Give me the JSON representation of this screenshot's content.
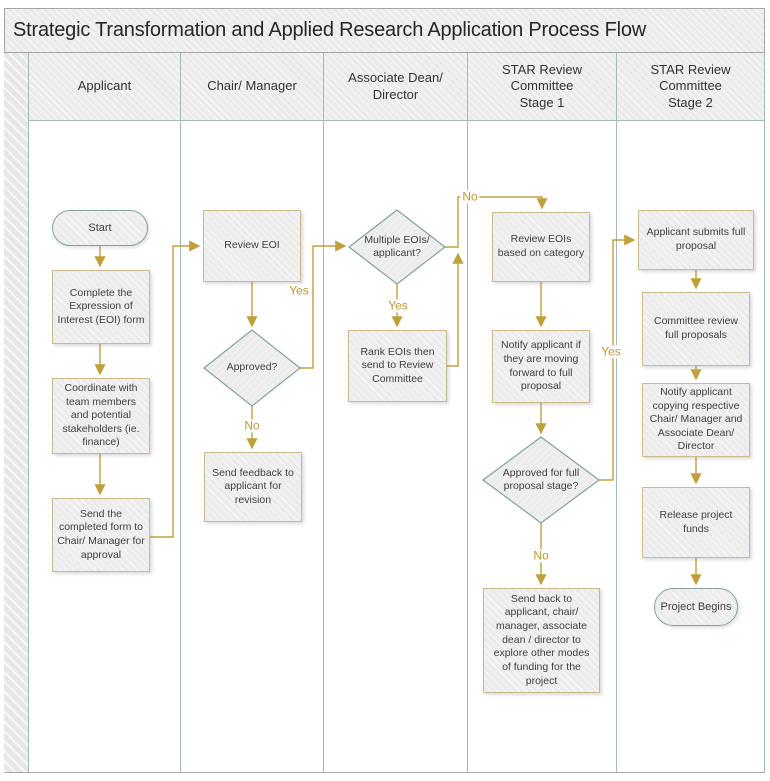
{
  "title": "Strategic Transformation and Applied Research Application Process Flow",
  "lanes": [
    {
      "label": "Applicant"
    },
    {
      "label": "Chair/ Manager"
    },
    {
      "label": "Associate Dean/ Director"
    },
    {
      "label": "STAR Review Committee Stage 1"
    },
    {
      "label": "STAR Review Committee Stage 2"
    }
  ],
  "nodes": {
    "start": {
      "type": "terminator",
      "text": "Start"
    },
    "complete_eoi": {
      "type": "process",
      "text": "Complete the Expression of Interest (EOI) form"
    },
    "coordinate_team": {
      "type": "process",
      "text": "Coordinate with team members and potential stakeholders (ie. finance)"
    },
    "send_completed_form": {
      "type": "process",
      "text": "Send the completed form to Chair/ Manager for approval"
    },
    "review_eoi": {
      "type": "process",
      "text": "Review EOI"
    },
    "approved": {
      "type": "decision",
      "text": "Approved?"
    },
    "send_feedback": {
      "type": "process",
      "text": "Send feedback to applicant for revision"
    },
    "multiple_eois": {
      "type": "decision",
      "text": "Multiple EOIs/ applicant?"
    },
    "rank_eois": {
      "type": "process",
      "text": "Rank EOIs then send to Review Committee"
    },
    "review_eois_category": {
      "type": "process",
      "text": "Review EOIs based on category"
    },
    "notify_moving_forward": {
      "type": "process",
      "text": "Notify applicant if they are moving forward to full proposal"
    },
    "approved_full_proposal": {
      "type": "decision",
      "text": "Approved for full proposal stage?"
    },
    "send_back": {
      "type": "process",
      "text": "Send back to applicant, chair/ manager, associate dean / director to explore other modes of funding for the project"
    },
    "applicant_submits": {
      "type": "process",
      "text": "Applicant submits full proposal"
    },
    "committee_review": {
      "type": "process",
      "text": "Committee review full proposals"
    },
    "notify_copying": {
      "type": "process",
      "text": "Notify applicant copying respective Chair/ Manager and Associate Dean/ Director"
    },
    "release_funds": {
      "type": "process",
      "text": "Release project funds"
    },
    "project_begins": {
      "type": "terminator",
      "text": "Project Begins"
    }
  },
  "edge_labels": {
    "approved_yes": "Yes",
    "approved_no": "No",
    "multiple_yes": "Yes",
    "multiple_no": "No",
    "full_proposal_yes": "Yes",
    "full_proposal_no": "No"
  },
  "colors": {
    "connector_gold": "#c0a03c",
    "edge_label_gold": "#b9992f",
    "shape_border_teal": "#84a19c",
    "process_border_tan": "#c8ba8d",
    "lane_line_teal": "#a3bbb7",
    "cell_fill_gray": "#ebebeb",
    "frame_gray": "#a9a9a9"
  }
}
